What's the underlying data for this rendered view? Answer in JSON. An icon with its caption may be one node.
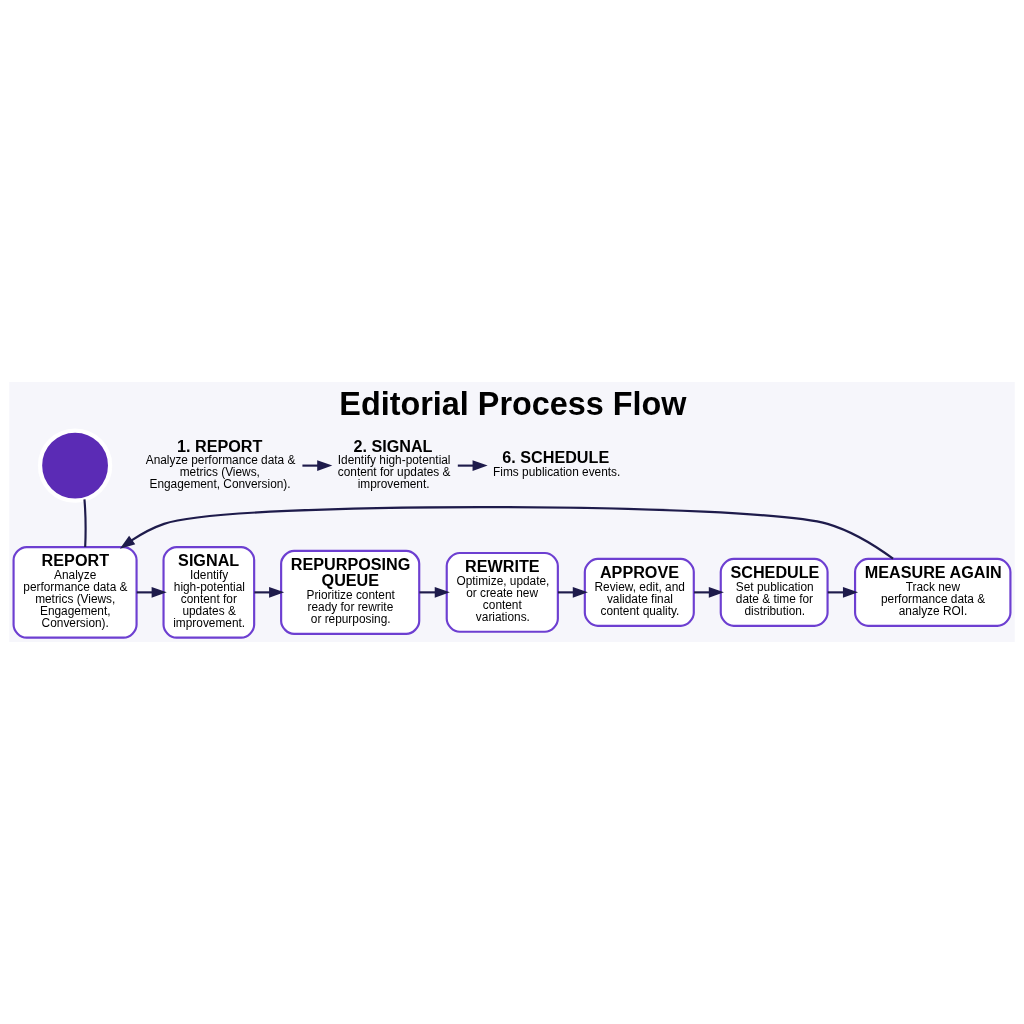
{
  "diagram": {
    "title": "Editorial Process Flow",
    "nodes": [
      {
        "text": [],
        "shape": "circle"
      },
      {
        "text": [
          "1. REPORT",
          "Analyze performance data & metrics (Views, Engagement, Conversion)."
        ]
      },
      {
        "text": [
          "2. SIGNAL",
          "Identify high-potential content for updates & improvement."
        ]
      },
      {
        "text": [
          "6. SCHEDULE",
          "Fims publication events."
        ]
      },
      {
        "text": [
          "REPORT",
          "Analyze performance data & metrics (Views, Engagement, Conversion)."
        ]
      },
      {
        "text": [
          "SIGNAL",
          "Identify high-potential content for updates & improvement."
        ]
      },
      {
        "text": [
          "REPURPOSING QUEUE",
          "Prioritize content ready for rewrite or repurposing."
        ]
      },
      {
        "text": [
          "REWRITE",
          "Optimize, update, or create new content variations."
        ]
      },
      {
        "text": [
          "APPROVE",
          "Review, edit, and validate final content quality."
        ]
      },
      {
        "text": [
          "SCHEDULE",
          "Set publication date & time for distribution."
        ]
      },
      {
        "text": [
          "MEASURE AGAIN",
          "Track new performance data & analyze ROI."
        ]
      }
    ],
    "edges": [
      {
        "from": 0,
        "to": 4,
        "arrow": "none"
      },
      {
        "from": 1,
        "to": 2,
        "arrow": "to"
      },
      {
        "from": 2,
        "to": 3,
        "arrow": "to"
      },
      {
        "from": 4,
        "to": 5,
        "arrow": "to"
      },
      {
        "from": 5,
        "to": 6,
        "arrow": "to"
      },
      {
        "from": 6,
        "to": 7,
        "arrow": "to"
      },
      {
        "from": 7,
        "to": 8,
        "arrow": "to"
      },
      {
        "from": 8,
        "to": 9,
        "arrow": "to"
      },
      {
        "from": 9,
        "to": 10,
        "arrow": "to"
      },
      {
        "from": 10,
        "to": 4,
        "arrow": "to"
      }
    ]
  }
}
